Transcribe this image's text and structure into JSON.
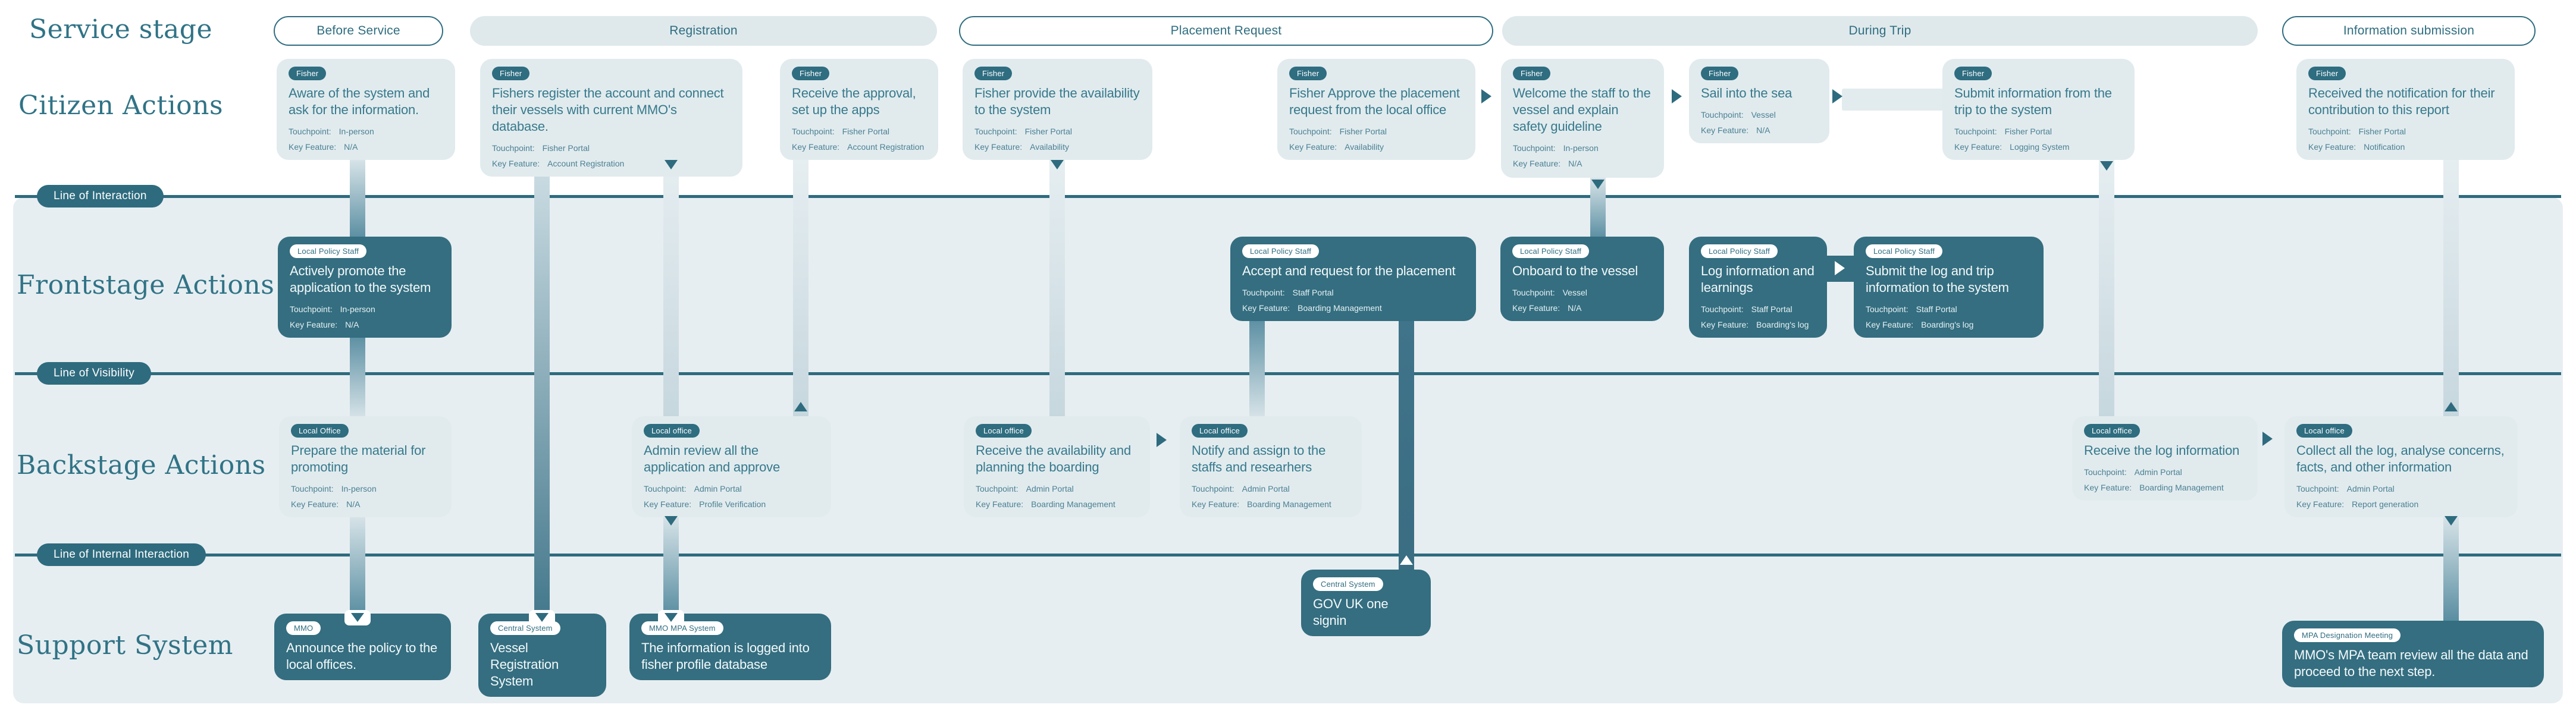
{
  "lane_labels": [
    {
      "id": "service-stage",
      "label": "Service stage"
    },
    {
      "id": "citizen-actions",
      "label": "Citizen Actions"
    },
    {
      "id": "frontstage-actions",
      "label": "Frontstage Actions"
    },
    {
      "id": "backstage-actions",
      "label": "Backstage Actions"
    },
    {
      "id": "support-system",
      "label": "Support System"
    }
  ],
  "stages": [
    {
      "label": "Before Service",
      "variant": "outline"
    },
    {
      "label": "Registration",
      "variant": "filled"
    },
    {
      "label": "Placement Request",
      "variant": "outline"
    },
    {
      "label": "During Trip",
      "variant": "filled"
    },
    {
      "label": "Information submission",
      "variant": "outline"
    }
  ],
  "boundary_lines": [
    {
      "label": "Line of Interaction"
    },
    {
      "label": "Line of Visibility"
    },
    {
      "label": "Line of Internal Interaction"
    }
  ],
  "meta_labels": {
    "touchpoint": "Touchpoint:",
    "key_feature": "Key Feature:"
  },
  "cards": [
    {
      "id": "c1",
      "lane": "citizen",
      "theme": "light",
      "badge": "Fisher",
      "title": "Aware of the system and ask for the information.",
      "touchpoint": "In-person",
      "key_feature": "N/A"
    },
    {
      "id": "c2",
      "lane": "citizen",
      "theme": "light",
      "badge": "Fisher",
      "title": "Fishers register the account and connect their vessels with current MMO's database.",
      "touchpoint": "Fisher Portal",
      "key_feature": "Account Registration"
    },
    {
      "id": "c3",
      "lane": "citizen",
      "theme": "light",
      "badge": "Fisher",
      "title": "Receive the approval, set up the apps",
      "touchpoint": "Fisher Portal",
      "key_feature": "Account Registration"
    },
    {
      "id": "c4",
      "lane": "citizen",
      "theme": "light",
      "badge": "Fisher",
      "title": "Fisher provide the availability to the system",
      "touchpoint": "Fisher Portal",
      "key_feature": "Availability"
    },
    {
      "id": "c5",
      "lane": "citizen",
      "theme": "light",
      "badge": "Fisher",
      "title": "Fisher Approve the placement request from the local office",
      "touchpoint": "Fisher Portal",
      "key_feature": "Availability"
    },
    {
      "id": "c6",
      "lane": "citizen",
      "theme": "light",
      "badge": "Fisher",
      "title": "Welcome the staff to the vessel and explain safety guideline",
      "touchpoint": "In-person",
      "key_feature": "N/A"
    },
    {
      "id": "c7",
      "lane": "citizen",
      "theme": "light",
      "badge": "Fisher",
      "title": "Sail into the sea",
      "touchpoint": "Vessel",
      "key_feature": "N/A"
    },
    {
      "id": "c8",
      "lane": "citizen",
      "theme": "light",
      "badge": "Fisher",
      "title": "Submit information from the trip to the system",
      "touchpoint": "Fisher Portal",
      "key_feature": "Logging System"
    },
    {
      "id": "c9",
      "lane": "citizen",
      "theme": "light",
      "badge": "Fisher",
      "title": "Received the notification for their contribution to this report",
      "touchpoint": "Fisher Portal",
      "key_feature": "Notification"
    },
    {
      "id": "f1",
      "lane": "frontstage",
      "theme": "dark",
      "badge": "Local Policy Staff",
      "title": "Actively promote the application to the system",
      "touchpoint": "In-person",
      "key_feature": "N/A"
    },
    {
      "id": "f2",
      "lane": "frontstage",
      "theme": "dark",
      "badge": "Local Policy Staff",
      "title": "Accept and request for the placement",
      "touchpoint": "Staff Portal",
      "key_feature": "Boarding Management"
    },
    {
      "id": "f3",
      "lane": "frontstage",
      "theme": "dark",
      "badge": "Local Policy Staff",
      "title": "Onboard to the vessel",
      "touchpoint": "Vessel",
      "key_feature": "N/A"
    },
    {
      "id": "f4",
      "lane": "frontstage",
      "theme": "dark",
      "badge": "Local Policy Staff",
      "title": "Log information and learnings",
      "touchpoint": "Staff Portal",
      "key_feature": "Boarding's log"
    },
    {
      "id": "f5",
      "lane": "frontstage",
      "theme": "dark",
      "badge": "Local Policy Staff",
      "title": "Submit the log and trip information to the system",
      "touchpoint": "Staff Portal",
      "key_feature": "Boarding's log"
    },
    {
      "id": "b1",
      "lane": "backstage",
      "theme": "light",
      "badge": "Local Office",
      "title": "Prepare the material for promoting",
      "touchpoint": "In-person",
      "key_feature": "N/A"
    },
    {
      "id": "b2",
      "lane": "backstage",
      "theme": "light",
      "badge": "Local office",
      "title": "Admin review all the application and approve",
      "touchpoint": "Admin Portal",
      "key_feature": "Profile Verification"
    },
    {
      "id": "b3",
      "lane": "backstage",
      "theme": "light",
      "badge": "Local office",
      "title": "Receive the availability and planning the boarding",
      "touchpoint": "Admin Portal",
      "key_feature": "Boarding Management"
    },
    {
      "id": "b4",
      "lane": "backstage",
      "theme": "light",
      "badge": "Local office",
      "title": "Notify and assign to the staffs and researhers",
      "touchpoint": "Admin Portal",
      "key_feature": "Boarding Management"
    },
    {
      "id": "b5",
      "lane": "backstage",
      "theme": "light",
      "badge": "Local office",
      "title": "Receive the log information",
      "touchpoint": "Admin Portal",
      "key_feature": "Boarding Management"
    },
    {
      "id": "b6",
      "lane": "backstage",
      "theme": "light",
      "badge": "Local office",
      "title": "Collect all the log, analyse concerns, facts, and other information",
      "touchpoint": "Admin Portal",
      "key_feature": "Report generation"
    },
    {
      "id": "s1",
      "lane": "support",
      "theme": "dark",
      "badge": "MMO",
      "title": "Announce the policy to the local offices.",
      "touchpoint": null,
      "key_feature": null
    },
    {
      "id": "s2",
      "lane": "support",
      "theme": "dark",
      "badge": "Central System",
      "title": "Vessel Registration System",
      "touchpoint": null,
      "key_feature": null
    },
    {
      "id": "s3",
      "lane": "support",
      "theme": "dark",
      "badge": "MMO MPA System",
      "title": "The information is logged into fisher profile database",
      "touchpoint": null,
      "key_feature": null
    },
    {
      "id": "s4",
      "lane": "support",
      "theme": "dark",
      "badge": "Central System",
      "title": "GOV UK one signin",
      "touchpoint": null,
      "key_feature": null
    },
    {
      "id": "s5",
      "lane": "support",
      "theme": "dark",
      "badge": "MPA Designation Meeting",
      "title": "MMO's MPA team review all the data and proceed to the next step.",
      "touchpoint": null,
      "key_feature": null
    }
  ],
  "colors": {
    "accent": "#2f6d80",
    "line": "#2e6b7e",
    "panel": "#e7eef1",
    "card_light": "#e1ebee",
    "card_dark": "#346e80",
    "title_text": "#37798c"
  }
}
